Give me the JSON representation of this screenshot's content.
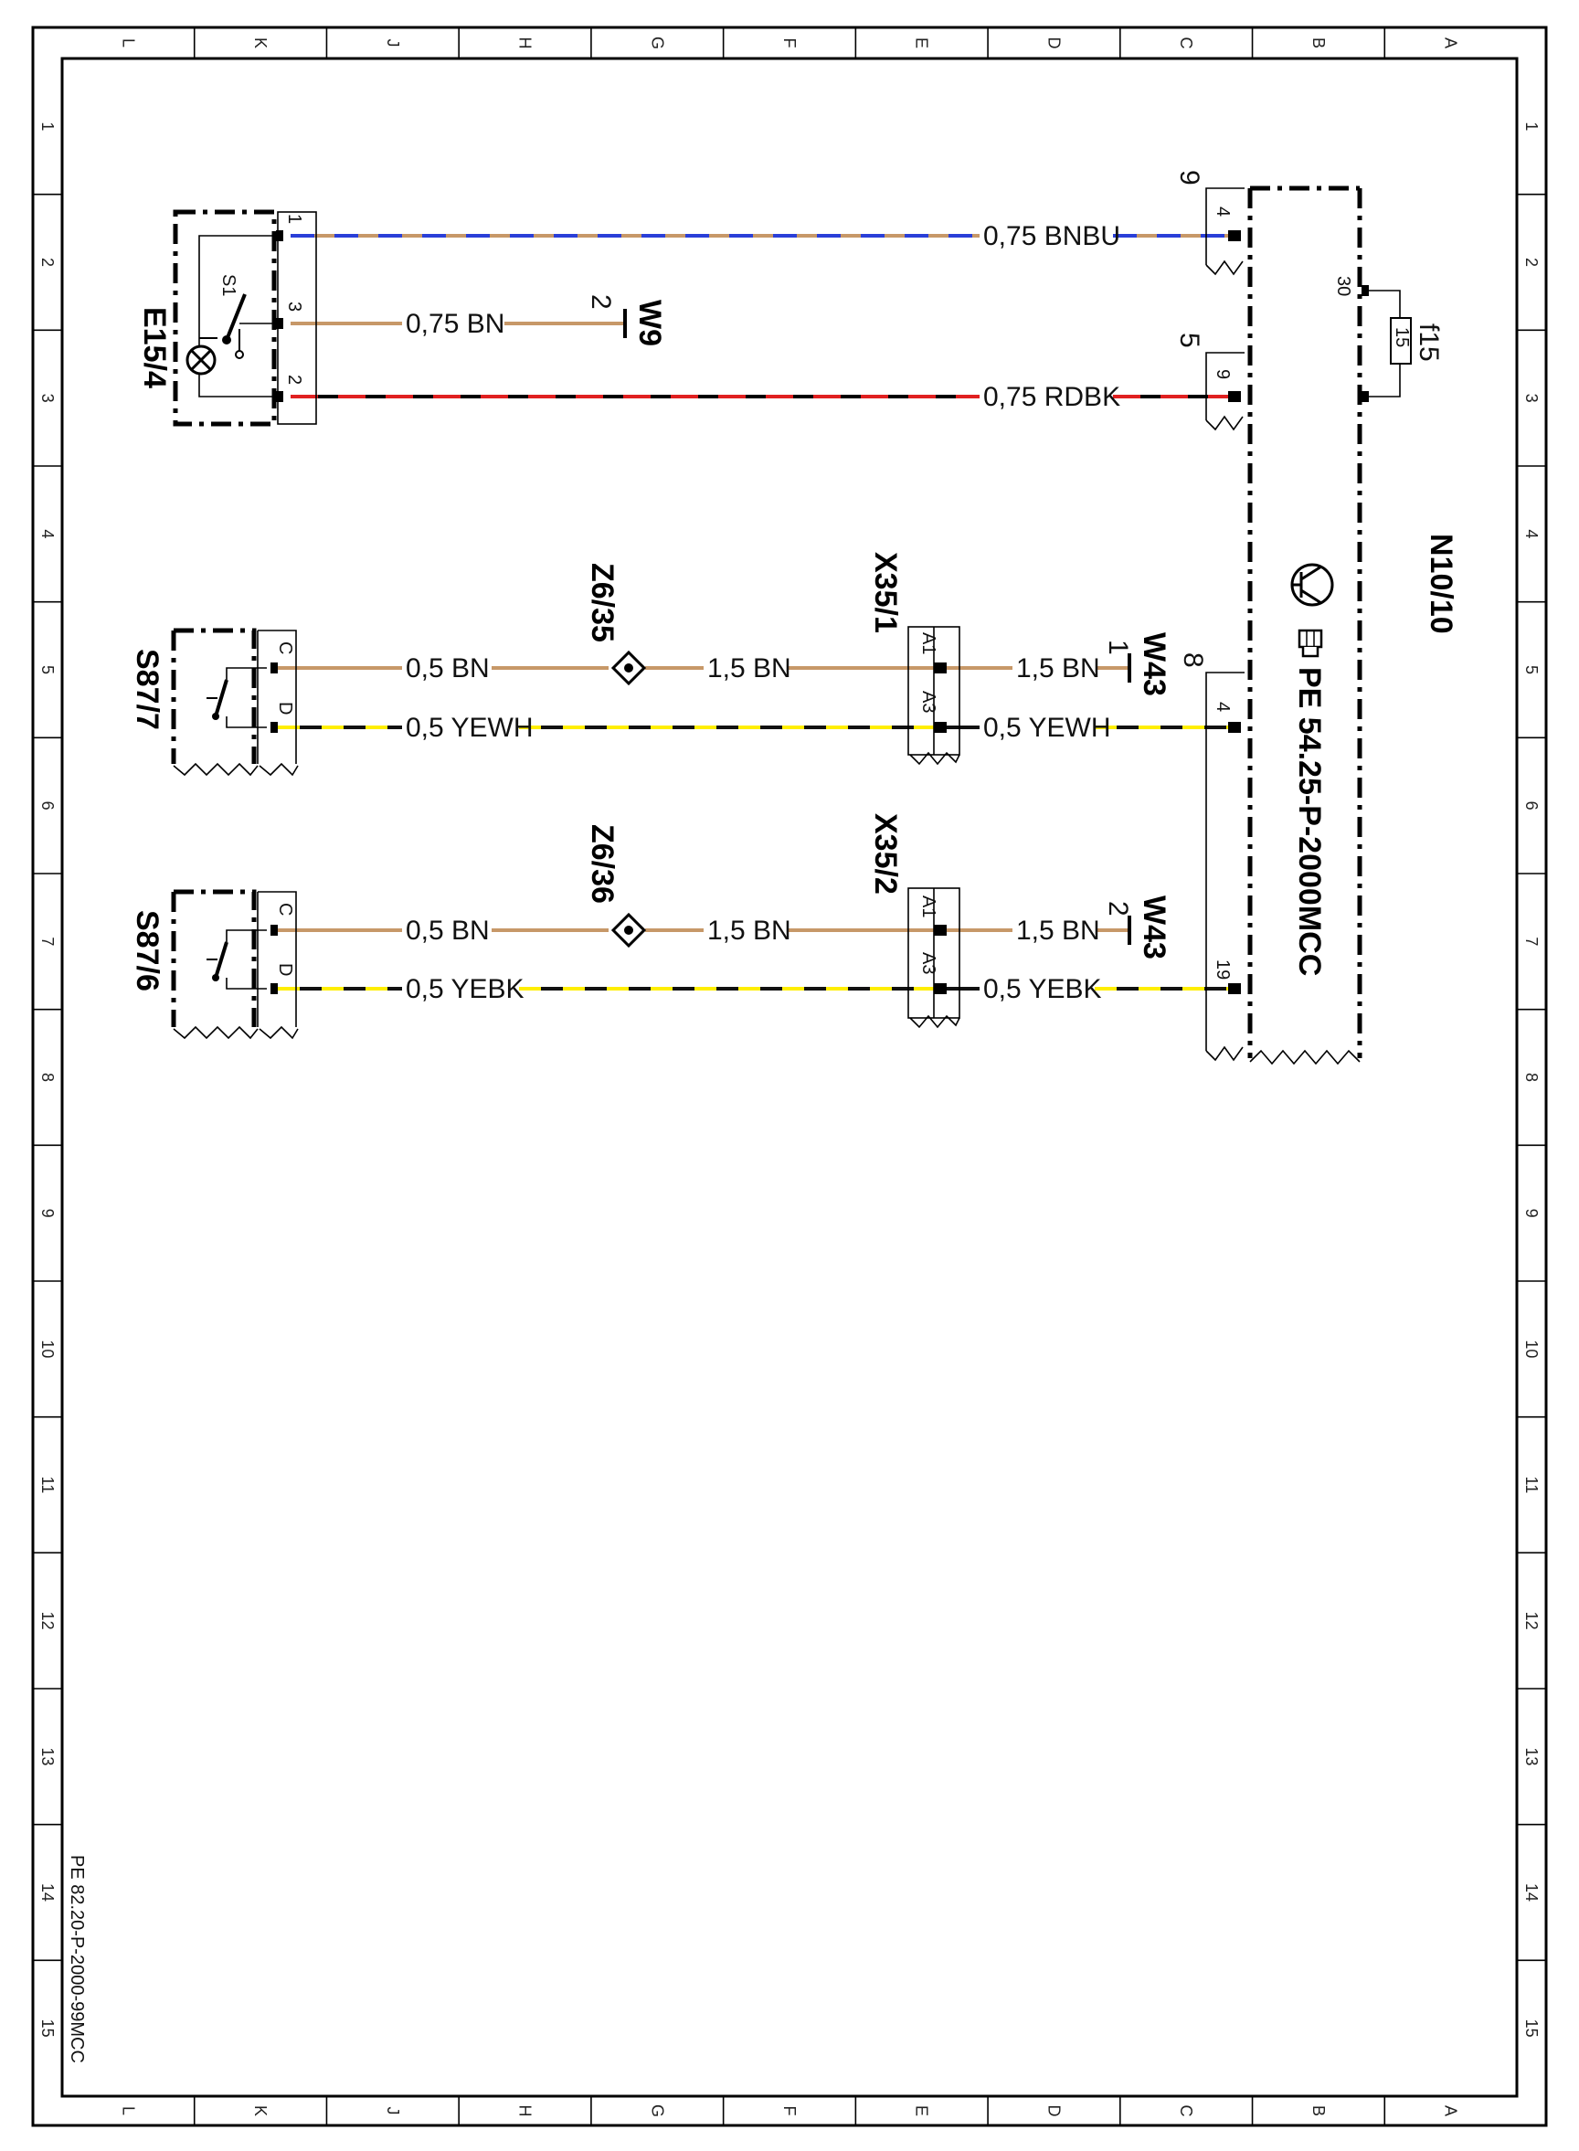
{
  "grid": {
    "columns": [
      "L",
      "K",
      "J",
      "H",
      "G",
      "F",
      "E",
      "D",
      "C",
      "B",
      "A"
    ],
    "rows": [
      "1",
      "2",
      "3",
      "4",
      "5",
      "6",
      "7",
      "8",
      "9",
      "10",
      "11",
      "12",
      "13",
      "14",
      "15"
    ]
  },
  "document_ref": "PE 82.20-P-2000-99MCC",
  "components": {
    "e15_4": {
      "label": "E15/4",
      "switch_label": "S1",
      "pins": [
        "1",
        "3",
        "2"
      ]
    },
    "s87_7": {
      "label": "S87/7",
      "pins": [
        "C",
        "D"
      ]
    },
    "s87_6": {
      "label": "S87/6",
      "pins": [
        "C",
        "D"
      ]
    },
    "w9": {
      "label": "W9",
      "pin": "2"
    },
    "w43_1": {
      "label": "W43",
      "pin": "1"
    },
    "w43_2": {
      "label": "W43",
      "pin": "2"
    },
    "z6_35": {
      "label": "Z6/35"
    },
    "z6_36": {
      "label": "Z6/36"
    },
    "x35_1": {
      "label": "X35/1",
      "pins": [
        "A1",
        "A3"
      ]
    },
    "x35_2": {
      "label": "X35/2",
      "pins": [
        "A1",
        "A3"
      ]
    },
    "n10_10": {
      "label": "N10/10",
      "reference": "PE 54.25-P-2000MCC",
      "connector_9": {
        "label": "9",
        "pin": "4"
      },
      "connector_5": {
        "label": "5",
        "pin": "9"
      },
      "connector_8": {
        "label": "8",
        "pins": [
          "4",
          "19"
        ]
      },
      "fuse": {
        "label": "f15",
        "value": "15",
        "pin": "30"
      }
    }
  },
  "wires": {
    "bnbu": {
      "label": "0,75 BNBU",
      "colors": [
        "#2a3fd8",
        "#c79868"
      ]
    },
    "e15_w9": {
      "label": "0,75 BN",
      "color": "#c79868"
    },
    "rdbk": {
      "label": "0,75 RDBK",
      "colors": [
        "#e02020",
        "#000000"
      ]
    },
    "s87_7_bn": {
      "label": "0,5 BN",
      "color": "#c79868"
    },
    "z6_35_bn": {
      "label": "1,5 BN",
      "color": "#c79868"
    },
    "x35_1_bn": {
      "label": "1,5 BN",
      "color": "#c79868"
    },
    "s87_7_yewh": {
      "label": "0,5 YEWH",
      "colors": [
        "#ffee00",
        "#111111"
      ]
    },
    "x35_1_yewh": {
      "label": "0,5 YEWH",
      "colors": [
        "#ffee00",
        "#111111"
      ]
    },
    "s87_6_bn": {
      "label": "0,5 BN",
      "color": "#c79868"
    },
    "z6_36_bn": {
      "label": "1,5 BN",
      "color": "#c79868"
    },
    "x35_2_bn": {
      "label": "1,5 BN",
      "color": "#c79868"
    },
    "s87_6_yebk": {
      "label": "0,5 YEBK",
      "colors": [
        "#ffee00",
        "#111111"
      ]
    },
    "x35_2_yebk": {
      "label": "0,5 YEBK",
      "colors": [
        "#ffee00",
        "#111111"
      ]
    }
  }
}
